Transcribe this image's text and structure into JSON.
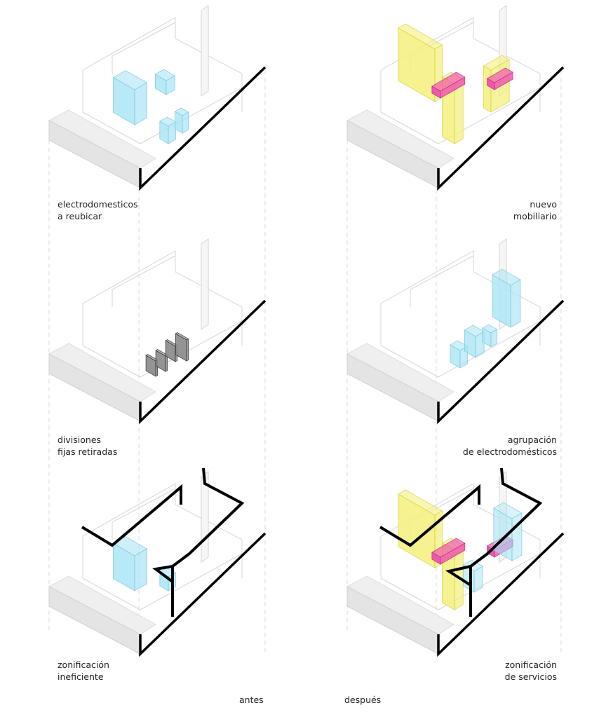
{
  "panels": [
    {
      "label_line1": "electrodomesticos",
      "label_line2": "a reubicar"
    },
    {
      "label_line1": "nuevo",
      "label_line2": "mobiliario"
    },
    {
      "label_line1": "divisiones",
      "label_line2": "fijas retiradas"
    },
    {
      "label_line1": "agrupación",
      "label_line2": "de electrodomésticos"
    },
    {
      "label_line1": "zonificación",
      "label_line2": "ineficiente"
    },
    {
      "label_line1": "zonificación",
      "label_line2": "de servicios"
    }
  ],
  "columns": {
    "before": "antes",
    "after": "después"
  },
  "colors": {
    "appliance": "#a6e3f4",
    "furniture": "#f4f07c",
    "counter": "#ee4fae",
    "partition": "#888888",
    "wall": "#000000",
    "slab": "#e4e4e4"
  }
}
